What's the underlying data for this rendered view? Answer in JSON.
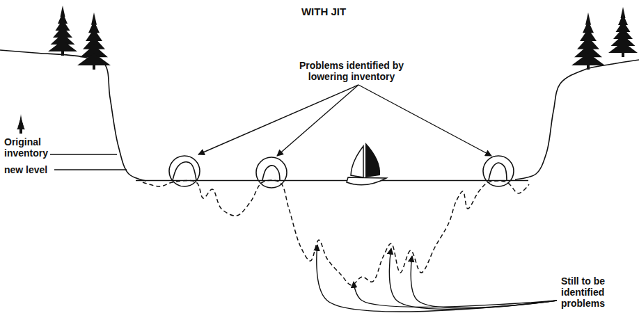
{
  "diagram": {
    "title": "WITH JIT",
    "labels": [
      "Problems identified by lowering inventory",
      "Original inventory",
      "new level",
      "Still to be identified problems"
    ]
  }
}
